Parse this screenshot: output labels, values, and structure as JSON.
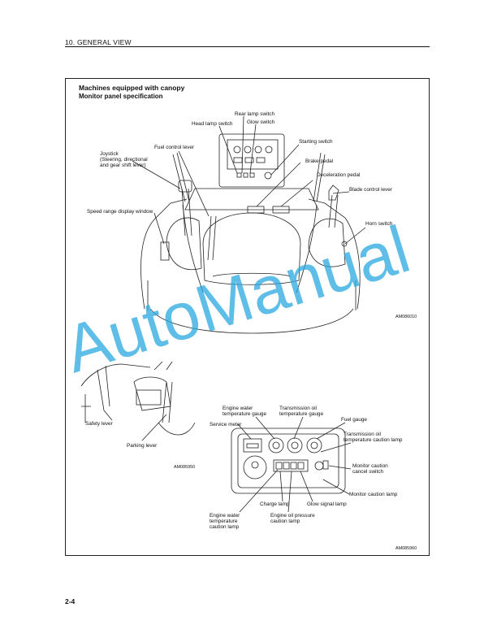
{
  "header": {
    "section": "10. GENERAL VIEW"
  },
  "titles": {
    "title1": "Machines equipped with canopy",
    "title2": "Monitor panel specification"
  },
  "labels": {
    "rear_lamp": "Rear lamp switch",
    "glow_switch": "Glow switch",
    "head_lamp": "Head lamp switch",
    "starting_switch": "Starting switch",
    "fuel_control": "Fuel control lever",
    "joystick_1": "Joystick",
    "joystick_2": "(Steering, directional",
    "joystick_3": "and gear shift lever)",
    "brake_pedal": "Brake pedal",
    "decel_pedal": "Deceleration pedal",
    "blade_lever": "Blade control lever",
    "speed_range": "Speed range display window",
    "horn_switch": "Horn switch",
    "safety_lever": "Safety lever",
    "parking_lever": "Parking lever",
    "eng_water_gauge_1": "Engine water",
    "eng_water_gauge_2": "temperature gauge",
    "trans_oil_gauge_1": "Transmission oil",
    "trans_oil_gauge_2": "temperature gauge",
    "fuel_gauge": "Fuel gauge",
    "service_meter": "Service meter",
    "trans_oil_lamp_1": "Transmission oil",
    "trans_oil_lamp_2": "temperature caution lamp",
    "monitor_cancel_1": "Monitor caution",
    "monitor_cancel_2": "cancel switch",
    "monitor_lamp": "Monitor caution lamp",
    "charge_lamp": "Charge lamp",
    "glow_lamp": "Glow signal lamp",
    "eng_water_lamp_1": "Engine water",
    "eng_water_lamp_2": "temperature",
    "eng_water_lamp_3": "caution lamp",
    "eng_oil_lamp_1": "Engine oil pressure",
    "eng_oil_lamp_2": "caution lamp"
  },
  "codes": {
    "fig1": "AM086010",
    "fig2": "AM085950",
    "fig3": "AM085960"
  },
  "watermark": {
    "text": "AutoManual",
    "color": "#29a8e0"
  },
  "page_number": "2-4"
}
